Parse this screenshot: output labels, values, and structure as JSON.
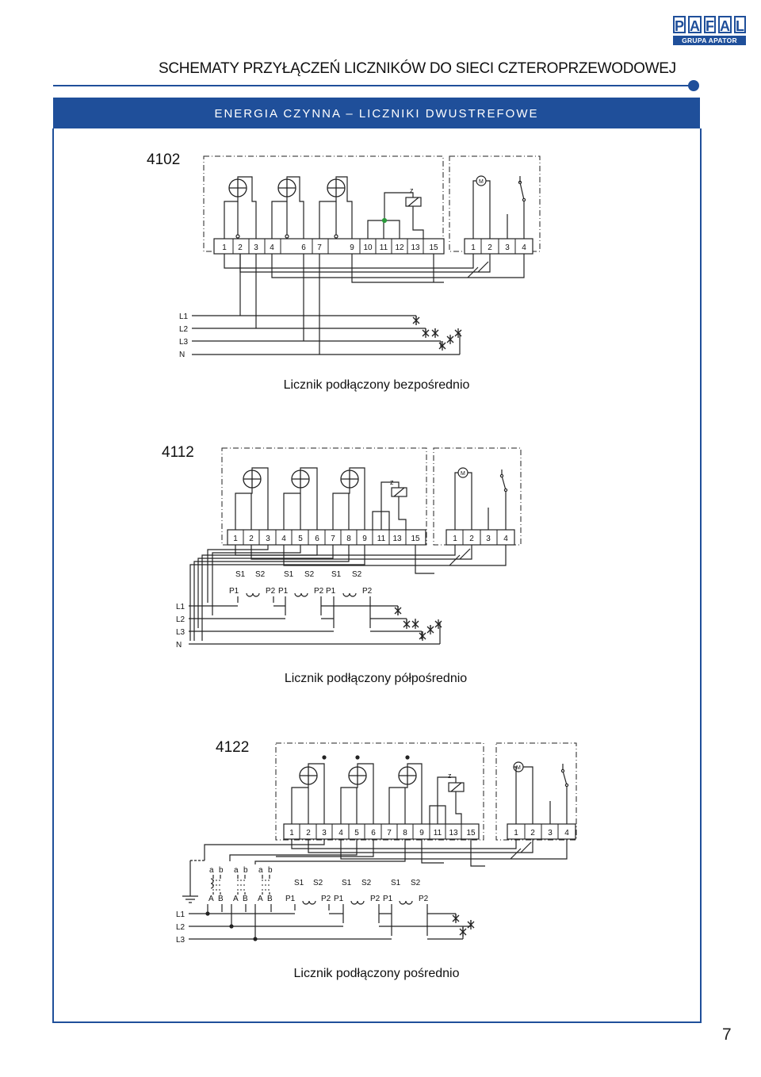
{
  "logo": {
    "letters": [
      "P",
      "A",
      "F",
      "A",
      "L"
    ],
    "subtitle": "GRUPA APATOR"
  },
  "title": "SCHEMATY PRZYŁĄCZEŃ LICZNIKÓW DO SIECI CZTEROPRZEWODOWEJ",
  "banner": "ENERGIA CZYNNA – LICZNIKI DWUSTREFOWE",
  "page_number": "7",
  "diagrams": [
    {
      "model": "4102",
      "caption": "Licznik podłączony bezpośrednio",
      "main_terminals": [
        "1",
        "2",
        "3",
        "4",
        "6",
        "7",
        "9",
        "10",
        "11",
        "12",
        "13",
        "15"
      ],
      "aux_terminals": [
        "1",
        "2",
        "3",
        "4"
      ],
      "relay_label": "z",
      "motor_label": "M",
      "lines": [
        "L1",
        "L2",
        "L3",
        "N"
      ]
    },
    {
      "model": "4112",
      "caption": "Licznik podłączony półpośrednio",
      "main_terminals": [
        "1",
        "2",
        "3",
        "4",
        "5",
        "6",
        "7",
        "8",
        "9",
        "11",
        "13",
        "15"
      ],
      "aux_terminals": [
        "1",
        "2",
        "3",
        "4"
      ],
      "relay_label": "z",
      "motor_label": "M",
      "ct_secondary": [
        "S1",
        "S2",
        "S1",
        "S2",
        "S1",
        "S2"
      ],
      "ct_primary": [
        "P1",
        "P2",
        "P1",
        "P2",
        "P1",
        "P2"
      ],
      "lines": [
        "L1",
        "L2",
        "L3",
        "N"
      ]
    },
    {
      "model": "4122",
      "caption": "Licznik podłączony pośrednio",
      "main_terminals": [
        "1",
        "2",
        "3",
        "4",
        "5",
        "6",
        "7",
        "8",
        "9",
        "11",
        "13",
        "15"
      ],
      "aux_terminals": [
        "1",
        "2",
        "3",
        "4"
      ],
      "relay_label": "z",
      "motor_label": "M",
      "vt_secondary": [
        "a",
        "b",
        "a",
        "b",
        "a",
        "b"
      ],
      "vt_primary": [
        "A",
        "B",
        "A",
        "B",
        "A",
        "B"
      ],
      "ct_secondary": [
        "S1",
        "S2",
        "S1",
        "S2",
        "S1",
        "S2"
      ],
      "ct_primary": [
        "P1",
        "P2",
        "P1",
        "P2",
        "P1",
        "P2"
      ],
      "lines": [
        "L1",
        "L2",
        "L3"
      ]
    }
  ]
}
